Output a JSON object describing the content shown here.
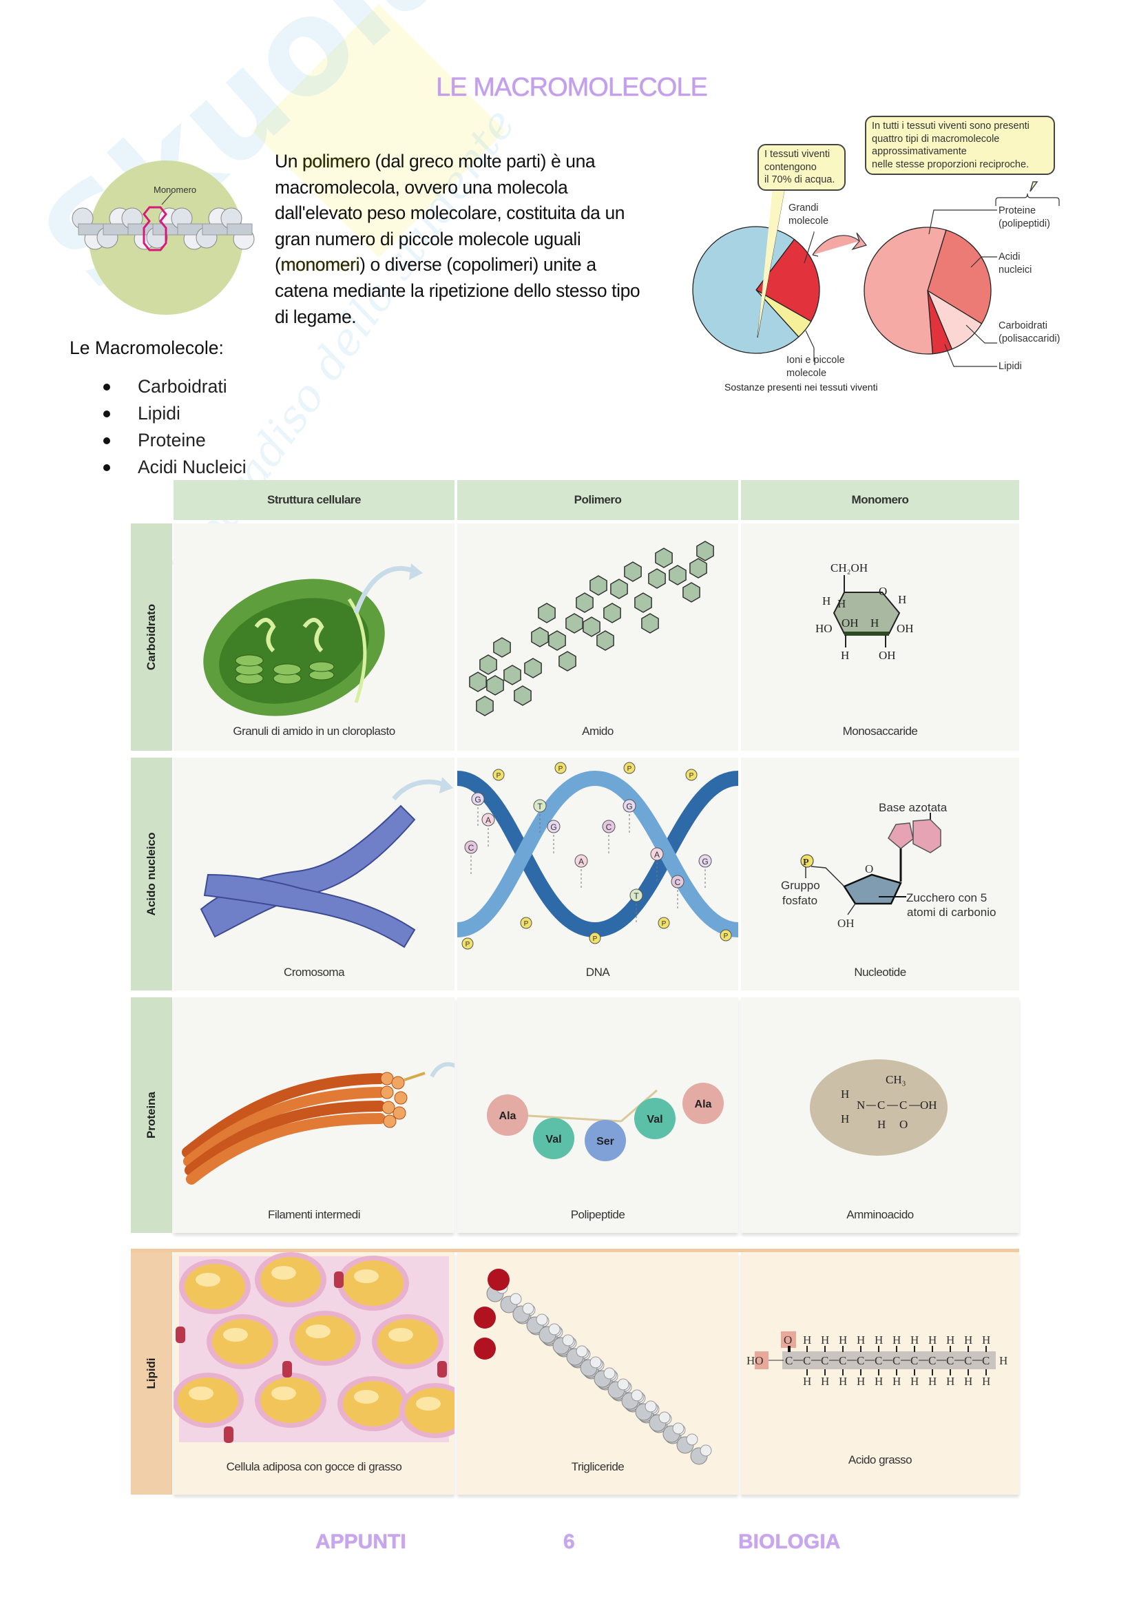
{
  "watermark": {
    "brand": "Skuola.net",
    "tagline": "il paradiso dello studente"
  },
  "title": "LE MACROMOLECOLE",
  "monomer_figure": {
    "label": "Monomero"
  },
  "intro": {
    "lines": [
      {
        "a": "Un ",
        "b": "polimero",
        "c": " (dal greco molte parti) è una"
      },
      {
        "a": "macromolecola, ovvero una molecola",
        "b": "",
        "c": ""
      },
      {
        "a": "dall'elevato peso molecolare, costituita da un",
        "b": "",
        "c": ""
      },
      {
        "a": "gran numero di piccole molecole uguali",
        "b": "",
        "c": ""
      },
      {
        "a": "(",
        "b": "monomeri",
        "c": ") o diverse (copolimeri) unite a"
      },
      {
        "a": "catena mediante la ripetizione dello stesso tipo",
        "b": "",
        "c": ""
      },
      {
        "a": "di legame.",
        "b": "",
        "c": ""
      }
    ]
  },
  "list": {
    "title": "Le Macromolecole:",
    "items": [
      "Carboidrati",
      "Lipidi",
      "Proteine",
      "Acidi Nucleici"
    ]
  },
  "pie_figure": {
    "callout_left": [
      "I tessuti viventi",
      "contengono",
      "il 70% di acqua."
    ],
    "callout_right": [
      "In tutti i tessuti viventi sono presenti",
      "quattro tipi di macromolecole",
      "approssimativamente",
      "nelle stesse proporzioni reciproche."
    ],
    "label_large": [
      "Grandi",
      "molecole"
    ],
    "label_ions": [
      "Ioni e piccole",
      "molecole"
    ],
    "caption": "Sostanze presenti nei tessuti viventi",
    "left_pie": {
      "slices": [
        {
          "name": "Acqua",
          "value": 72,
          "color": "#a8d3e2"
        },
        {
          "name": "Grandi molecole",
          "value": 23,
          "color": "#e2333d"
        },
        {
          "name": "Ioni e piccole molecole",
          "value": 5,
          "color": "#f7f09a"
        }
      ]
    },
    "right_pie": {
      "slices": [
        {
          "name": "Acidi nucleici",
          "value": 29,
          "color": "#ec7b76"
        },
        {
          "name": "Carboidrati",
          "value": 10,
          "color": "#fbd6d3"
        },
        {
          "name": "Lipidi",
          "value": 5,
          "color": "#e2333d"
        },
        {
          "name": "Proteine",
          "value": 56,
          "color": "#f6aaa6"
        }
      ]
    },
    "right_labels": {
      "proteine": [
        "Proteine",
        "(polipeptidi)"
      ],
      "acidi": [
        "Acidi",
        "nucleici"
      ],
      "carboidrati": [
        "Carboidrati",
        "(polisaccaridi)"
      ],
      "lipidi": [
        "Lipidi"
      ]
    }
  },
  "table": {
    "headers": [
      "Struttura cellulare",
      "Polimero",
      "Monomero"
    ],
    "rows": [
      {
        "label": "Carboidrato",
        "cells": [
          "Granuli di amido in un cloroplasto",
          "Amido",
          "Monosaccaride"
        ]
      },
      {
        "label": "Acido nucleico",
        "cells": [
          "Cromosoma",
          "DNA",
          "Nucleotide"
        ]
      },
      {
        "label": "Proteina",
        "cells": [
          "Filamenti intermedi",
          "Polipeptide",
          "Amminoacido"
        ]
      },
      {
        "label": "Lipidi",
        "cells": [
          "Cellula adiposa con gocce di grasso",
          "Trigliceride",
          "Acido grasso"
        ]
      }
    ],
    "glucose": {
      "ch2oh": "CH₂OH",
      "o": "O",
      "h": "H",
      "oh": "OH",
      "ho": "HO"
    },
    "dna_letters": [
      "G",
      "A",
      "C",
      "T",
      "P"
    ],
    "nucleotide": {
      "base": "Base azotata",
      "p": "P",
      "phosphate": [
        "Gruppo",
        "fosfato"
      ],
      "o": "O",
      "oh": "OH",
      "sugar": [
        "Zucchero con 5",
        "atomi di carbonio"
      ]
    },
    "peptide": [
      "Ala",
      "Val",
      "Ser",
      "Val",
      "Ala"
    ],
    "amino": {
      "ch3": "CH₃",
      "h": "H",
      "n": "N",
      "c": "C",
      "oh": "OH",
      "o": "O"
    },
    "fatty": {
      "ho": "HO",
      "o": "O",
      "c": "C",
      "h": "H"
    }
  },
  "footer": {
    "left": "APPUNTI",
    "page": "6",
    "right": "BIOLOGIA"
  }
}
